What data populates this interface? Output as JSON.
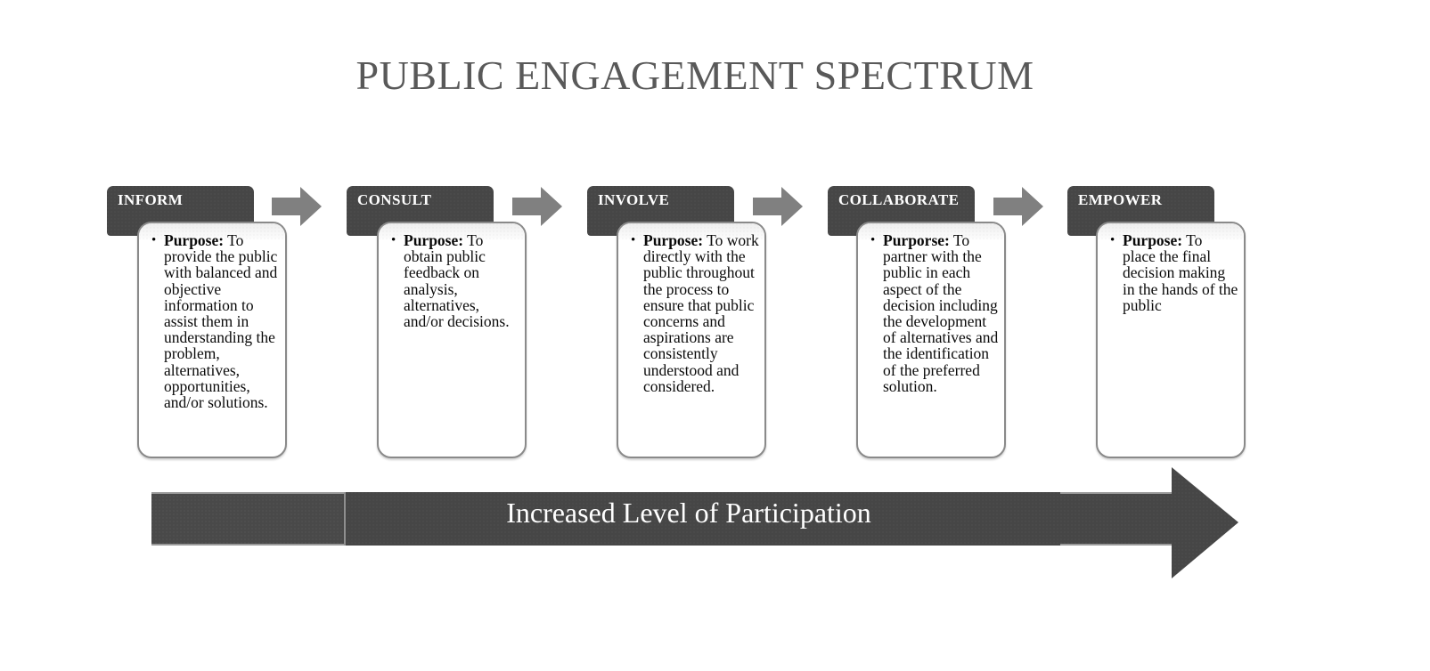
{
  "title": "PUBLIC ENGAGEMENT SPECTRUM",
  "colors": {
    "title_gray": "#595959",
    "header_dark": "#464646",
    "connector_gray": "#808080",
    "bar_dark": "#464646",
    "card_border": "#8a8a8a",
    "background": "#ffffff",
    "label_white": "#ffffff"
  },
  "stages": [
    {
      "header": "INFORM",
      "bullet_bold": "Purpose:",
      "bullet_text": " To provide the public with balanced and objective information to assist them in understanding the problem, alternatives, opportunities, and/or solutions."
    },
    {
      "header": "CONSULT",
      "bullet_bold": "Purpose:",
      "bullet_text": " To obtain public feedback on analysis, alternatives, and/or decisions."
    },
    {
      "header": "INVOLVE",
      "bullet_bold": "Purpose:",
      "bullet_text": " To work directly with the public throughout the process to ensure that public concerns and aspirations are consistently understood and considered."
    },
    {
      "header": "COLLABORATE",
      "bullet_bold": "Purporse:",
      "bullet_text": " To partner with the public in each aspect of the decision including the development of alternatives and the identification of the preferred solution."
    },
    {
      "header": "EMPOWER",
      "bullet_bold": "Purpose:",
      "bullet_text": " To place the final decision making in the hands of the public"
    }
  ],
  "connectors": [
    {
      "name": "arrow-inform-to-consult"
    },
    {
      "name": "arrow-consult-to-involve"
    },
    {
      "name": "arrow-involve-to-collaborate"
    },
    {
      "name": "arrow-collaborate-to-empower"
    }
  ],
  "bottom_arrow": {
    "label": "Increased Level of Participation",
    "direction": "right"
  },
  "chart_data": {
    "type": "table",
    "title": "PUBLIC ENGAGEMENT SPECTRUM",
    "categories": [
      "INFORM",
      "CONSULT",
      "INVOLVE",
      "COLLABORATE",
      "EMPOWER"
    ],
    "axis_label": "Increased Level of Participation",
    "legend_position": "none",
    "grid": false
  }
}
